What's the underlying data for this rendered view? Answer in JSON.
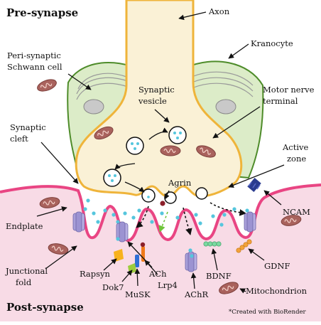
{
  "regions": {
    "pre": "Pre-synapse",
    "post": "Post-synapse"
  },
  "labels": {
    "axon": "Axon",
    "kranocyte": "Kranocyte",
    "schwann_1": "Peri-synaptic",
    "schwann_2": "Schwann cell",
    "vesicle_1": "Synaptic",
    "vesicle_2": "vesicle",
    "motor_1": "Motor nerve",
    "motor_2": "terminal",
    "cleft_1": "Synaptic",
    "cleft_2": "cleft",
    "active_1": "Active",
    "active_2": "zone",
    "agrin": "Agrin",
    "ncam": "NCAM",
    "endplate": "Endplate",
    "junctional_1": "Junctional",
    "junctional_2": "fold",
    "rapsyn": "Rapsyn",
    "ach": "ACh",
    "lrp4": "Lrp4",
    "bdnf": "BDNF",
    "gdnf": "GDNF",
    "dok7": "Dok7",
    "musk": "MuSK",
    "achr": "AChR",
    "mitochondrion": "Mitochondrion"
  },
  "credit": "*Created with BioRender",
  "colors": {
    "terminal_fill": "#faf1d6",
    "terminal_stroke": "#efb43a",
    "muscle_fill": "#f8dbe6",
    "membrane": "#e94583",
    "glia_fill": "#dcecc8",
    "glia_stroke": "#4e8c2a",
    "mito": "#a9625d",
    "receptor": "#a89fd9",
    "ach_dot": "#55c6dd",
    "agrin_dot": "#8b1f2a",
    "ncam": "#2a3b8f",
    "bdnf": "#7ad9a0",
    "gdnf": "#f3a23a",
    "rapsyn": "#f7b21c",
    "musk": "#2f6fd6",
    "dok7": "#9ccc3c",
    "lrp4": "#f07a1a"
  }
}
